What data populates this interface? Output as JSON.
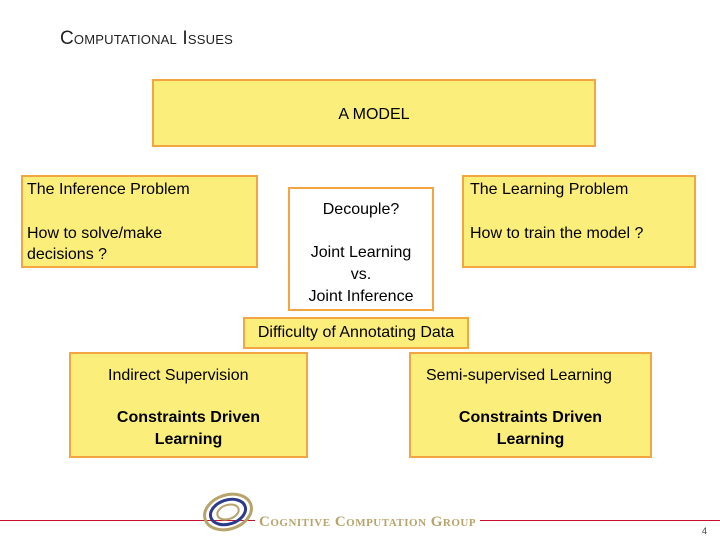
{
  "slide": {
    "title": "Computational Issues",
    "model_label": "A MODEL",
    "inference": {
      "title": "The Inference Problem",
      "question_line1": "How to solve/make",
      "question_line2": "decisions ?"
    },
    "learning": {
      "title": "The Learning Problem",
      "question": "How to train the model ?"
    },
    "center": {
      "decouple": "Decouple?",
      "line1": "Joint Learning",
      "line2": "vs.",
      "line3": "Joint Inference"
    },
    "difficulty": "Difficulty of Annotating Data",
    "bottom_left": {
      "title": "Indirect Supervision",
      "line1": "Constraints Driven",
      "line2": "Learning"
    },
    "bottom_right": {
      "title": "Semi-supervised Learning",
      "line1": "Constraints Driven",
      "line2": "Learning"
    }
  },
  "footer": {
    "logo_text": "Cognitive Computation Group",
    "page_number": "4"
  },
  "colors": {
    "box_fill": "#fbee7b",
    "box_border": "#f2a541",
    "footer_line": "#c8102e",
    "logo_blue": "#2b3a8c",
    "logo_gold": "#b7a46c"
  }
}
